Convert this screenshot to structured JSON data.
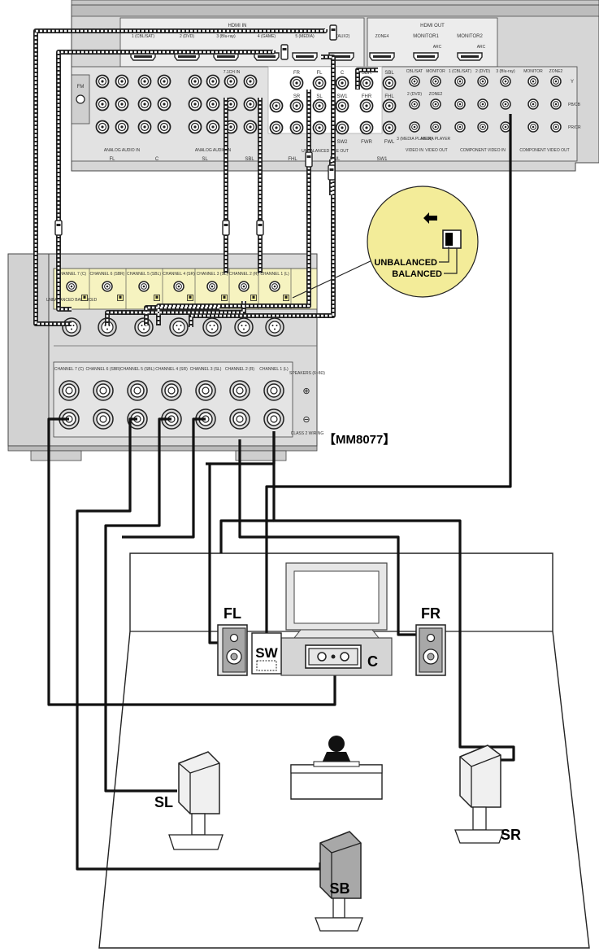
{
  "model_label": "【MM8077】",
  "callout": {
    "unbalanced": "UNBALANCED",
    "balanced": "BALANCED"
  },
  "speakers": {
    "fl": "FL",
    "fr": "FR",
    "sw": "SW",
    "c": "C",
    "sl": "SL",
    "sr": "SR",
    "sb": "SB"
  },
  "receiver": {
    "hdmi_in": "HDMI IN",
    "hdmi_out": "HDMI OUT",
    "hdmi_inputs": [
      "1 (CBL/SAT)",
      "2 (DVD)",
      "3 (Blu-ray)",
      "4 (GAME)",
      "5 (MEDIA)",
      "6 (AUX2)"
    ],
    "zone4": "ZONE4",
    "monitor1": "MONITOR1",
    "monitor2": "MONITOR2",
    "arc": "ARC",
    "fm": "FM",
    "analog_audio_in": "ANALOG AUDIO IN",
    "analog_audio_in_2": "ANALOG AUDIO IN",
    "unbalanced_pre_out": "UNBALANCED PRE OUT",
    "ch71_in": "7.1CH IN",
    "video_in": "VIDEO IN",
    "video_out": "VIDEO OUT",
    "component_video_in": "COMPONENT VIDEO IN",
    "component_video_out": "COMPONENT VIDEO OUT",
    "bottom_labels": [
      "FL",
      "C",
      "SL",
      "SBL",
      "FHL",
      "FWL",
      "SW1"
    ],
    "row1_labels": [
      "SBR",
      "SBL"
    ],
    "row2_labels": [
      "FHR",
      "FHL"
    ],
    "row3_labels": [
      "SW2",
      "FWR",
      "FWL"
    ],
    "preout_top": [
      "FR",
      "FL",
      "C"
    ],
    "preout_mid": [
      "SR",
      "SL",
      "SW1"
    ],
    "video_col": [
      "CBL/SAT",
      "2 (DVD)",
      "3 (MEDIA PLAYER)"
    ],
    "monitor_col": [
      "MONITOR",
      "ZONE2",
      "MEDIA PLAYER"
    ],
    "comp_cols": [
      "1 (CBL/SAT)",
      "2 (DVD)",
      "3 (Blu-ray)",
      "MONITOR",
      "ZONE2"
    ],
    "comp_rows": [
      "Y",
      "PB/CB",
      "PR/CR"
    ]
  },
  "amp": {
    "channels": [
      "CHANNEL 7 (C)",
      "CHANNEL 6 (SBR)",
      "CHANNEL 5 (SBL)",
      "CHANNEL 4 (SR)",
      "CHANNEL 3 (SL)",
      "CHANNEL 2 (R)",
      "CHANNEL 1 (L)"
    ],
    "switch_label": "UNBALANCED BALANCED",
    "plus": "⊕",
    "minus": "⊖",
    "speakers_note": "SPEAKERS (6~8Ω)",
    "class2": "CLASS 2 WIRING"
  }
}
